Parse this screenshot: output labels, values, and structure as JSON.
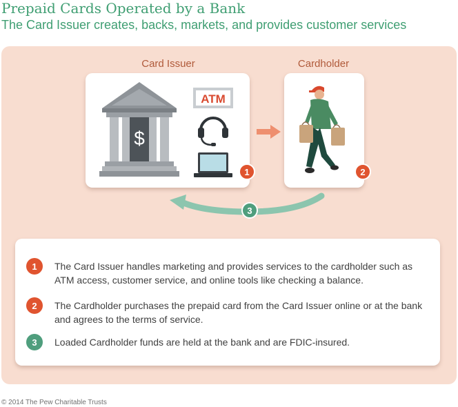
{
  "header": {
    "title": "Prepaid Cards Operated by a Bank",
    "subtitle": "The Card Issuer creates, backs, markets, and provides customer services"
  },
  "diagram": {
    "issuer_label": "Card Issuer",
    "cardholder_label": "Cardholder",
    "atm_sign": "ATM",
    "bank_symbol": "$",
    "badges": [
      "1",
      "2",
      "3"
    ]
  },
  "legend": {
    "items": [
      {
        "number": "1",
        "text": "The Card Issuer handles marketing and provides services to the cardholder such as ATM access, customer service, and online tools like checking a balance."
      },
      {
        "number": "2",
        "text": "The Cardholder purchases the prepaid card from the Card Issuer online or at the bank and agrees to the terms of service."
      },
      {
        "number": "3",
        "text": "Loaded Cardholder funds are held at the bank and are FDIC-insured."
      }
    ]
  },
  "footer": "© 2014 The Pew Charitable Trusts",
  "colors": {
    "title_green": "#3f9e72",
    "panel_bg": "#f8ddd0",
    "label_brown": "#b05a3a",
    "badge_orange": "#e0542f",
    "badge_green": "#4f9e7d",
    "arrow_orange": "#ee8f6f",
    "arrow_green": "#8cc5ae"
  }
}
